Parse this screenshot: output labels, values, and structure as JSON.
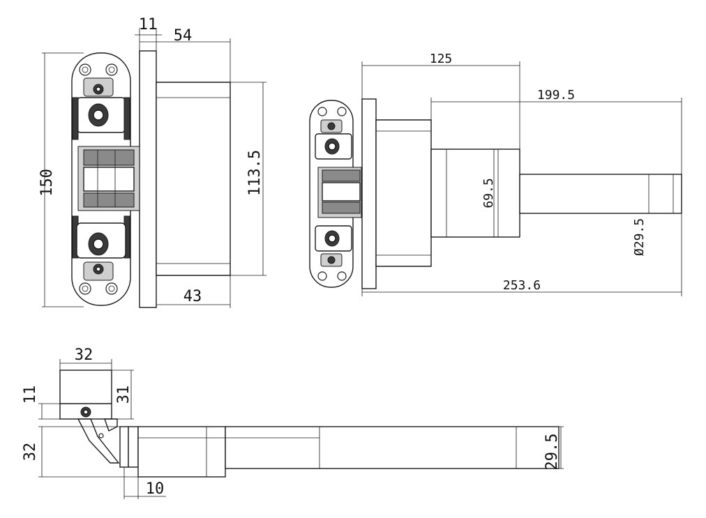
{
  "dimensions": {
    "front": {
      "height_total": "150",
      "flange_thickness": "11",
      "body_depth": "54",
      "body_height": "113.5",
      "body_width_lower": "43"
    },
    "side": {
      "overall_length_upper": "125",
      "overall_length_mid": "199.5",
      "cylinder_height": "69.5",
      "rod_diameter": "Ø29.5",
      "overall_length": "253.6"
    },
    "top": {
      "head_width": "32",
      "head_thickness": "11",
      "head_depth": "31",
      "arm_height": "32",
      "flange_offset": "10",
      "rod_height": "29.5"
    }
  }
}
